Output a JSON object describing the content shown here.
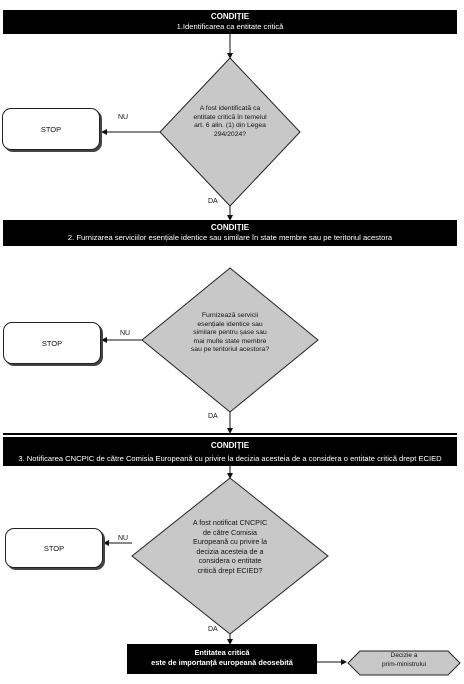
{
  "block1": {
    "title": "CONDIȚIE",
    "subtitle": "1.Identificarea ca entitate critică"
  },
  "block2": {
    "title": "CONDIȚIE",
    "subtitle": "2. Furnizarea serviciilor esențiale identice sau similare în state membre sau pe teritoriul acestora"
  },
  "block3": {
    "title": "CONDIȚIE",
    "subtitle": "3. Notificarea CNCPIC de către Comisia Europeană cu privire la decizia acesteia de a considera o entitate critică drept ECIED"
  },
  "decision1": {
    "lines": [
      "A fost identificată ca",
      "entitate critică în temeiul",
      "art. 6 alin. (1) din Legea",
      "294/2024?"
    ]
  },
  "decision2": {
    "lines": [
      "Furnizează servicii",
      "esențiale identice sau",
      "similare pentru șase sau",
      "mai multe state membre",
      "sau pe teritoriul acestora?"
    ]
  },
  "decision3": {
    "lines": [
      "A fost notificat CNCPIC",
      "de către Comisia",
      "Europeană cu privire la",
      "decizia acesteia de a",
      "considera o entitate",
      "critică drept ECIED?"
    ]
  },
  "stop_label": "STOP",
  "no_label": "NU",
  "yes_label": "DA",
  "final": {
    "line1": "Entitatea critică",
    "line2": "este de importanță europeană deosebită"
  },
  "outcome": {
    "line1": "Decizie a",
    "line2": "prim-ministrului"
  },
  "colors": {
    "diamond": "#c8c8c8",
    "bar": "#000000",
    "outcome": "#c8c8c8"
  }
}
